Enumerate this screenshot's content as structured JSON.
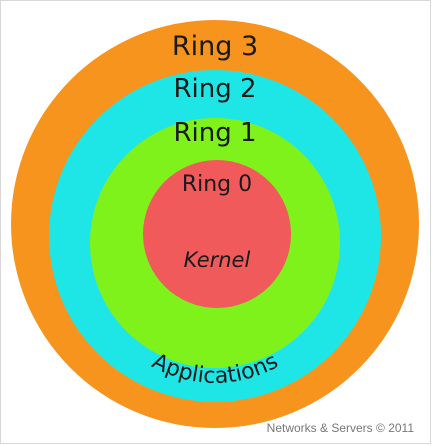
{
  "diagram": {
    "rings": [
      {
        "label": "Ring 3",
        "color": "#f7941d"
      },
      {
        "label": "Ring 2",
        "color": "#1fe6e6"
      },
      {
        "label": "Ring 1",
        "color": "#7ff21b"
      },
      {
        "label": "Ring 0",
        "color": "#f05a5a"
      }
    ],
    "kernel_label": "Kernel",
    "applications_label": "Applications"
  },
  "footer": {
    "credit": "Networks & Servers © 2011"
  }
}
